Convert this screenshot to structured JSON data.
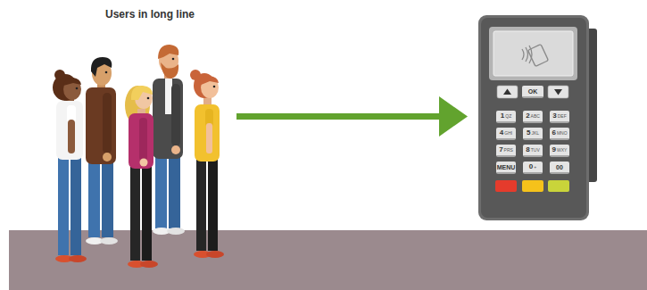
{
  "diagram": {
    "title": "Users in long line",
    "nodes": [
      {
        "text": [
          "OK"
        ]
      },
      {
        "text": [
          "1",
          "QZ"
        ]
      },
      {
        "text": [
          "2",
          "ABC"
        ]
      },
      {
        "text": [
          "3",
          "DEF"
        ]
      },
      {
        "text": [
          "4",
          "GHI"
        ]
      },
      {
        "text": [
          "5",
          "JKL"
        ]
      },
      {
        "text": [
          "6",
          "MNO"
        ]
      },
      {
        "text": [
          "7",
          "PRS"
        ]
      },
      {
        "text": [
          "8",
          "TUV"
        ]
      },
      {
        "text": [
          "9",
          "WXY"
        ]
      },
      {
        "text": [
          "MENU"
        ]
      },
      {
        "text": [
          "0",
          "+"
        ]
      },
      {
        "text": [
          "00"
        ]
      }
    ]
  }
}
